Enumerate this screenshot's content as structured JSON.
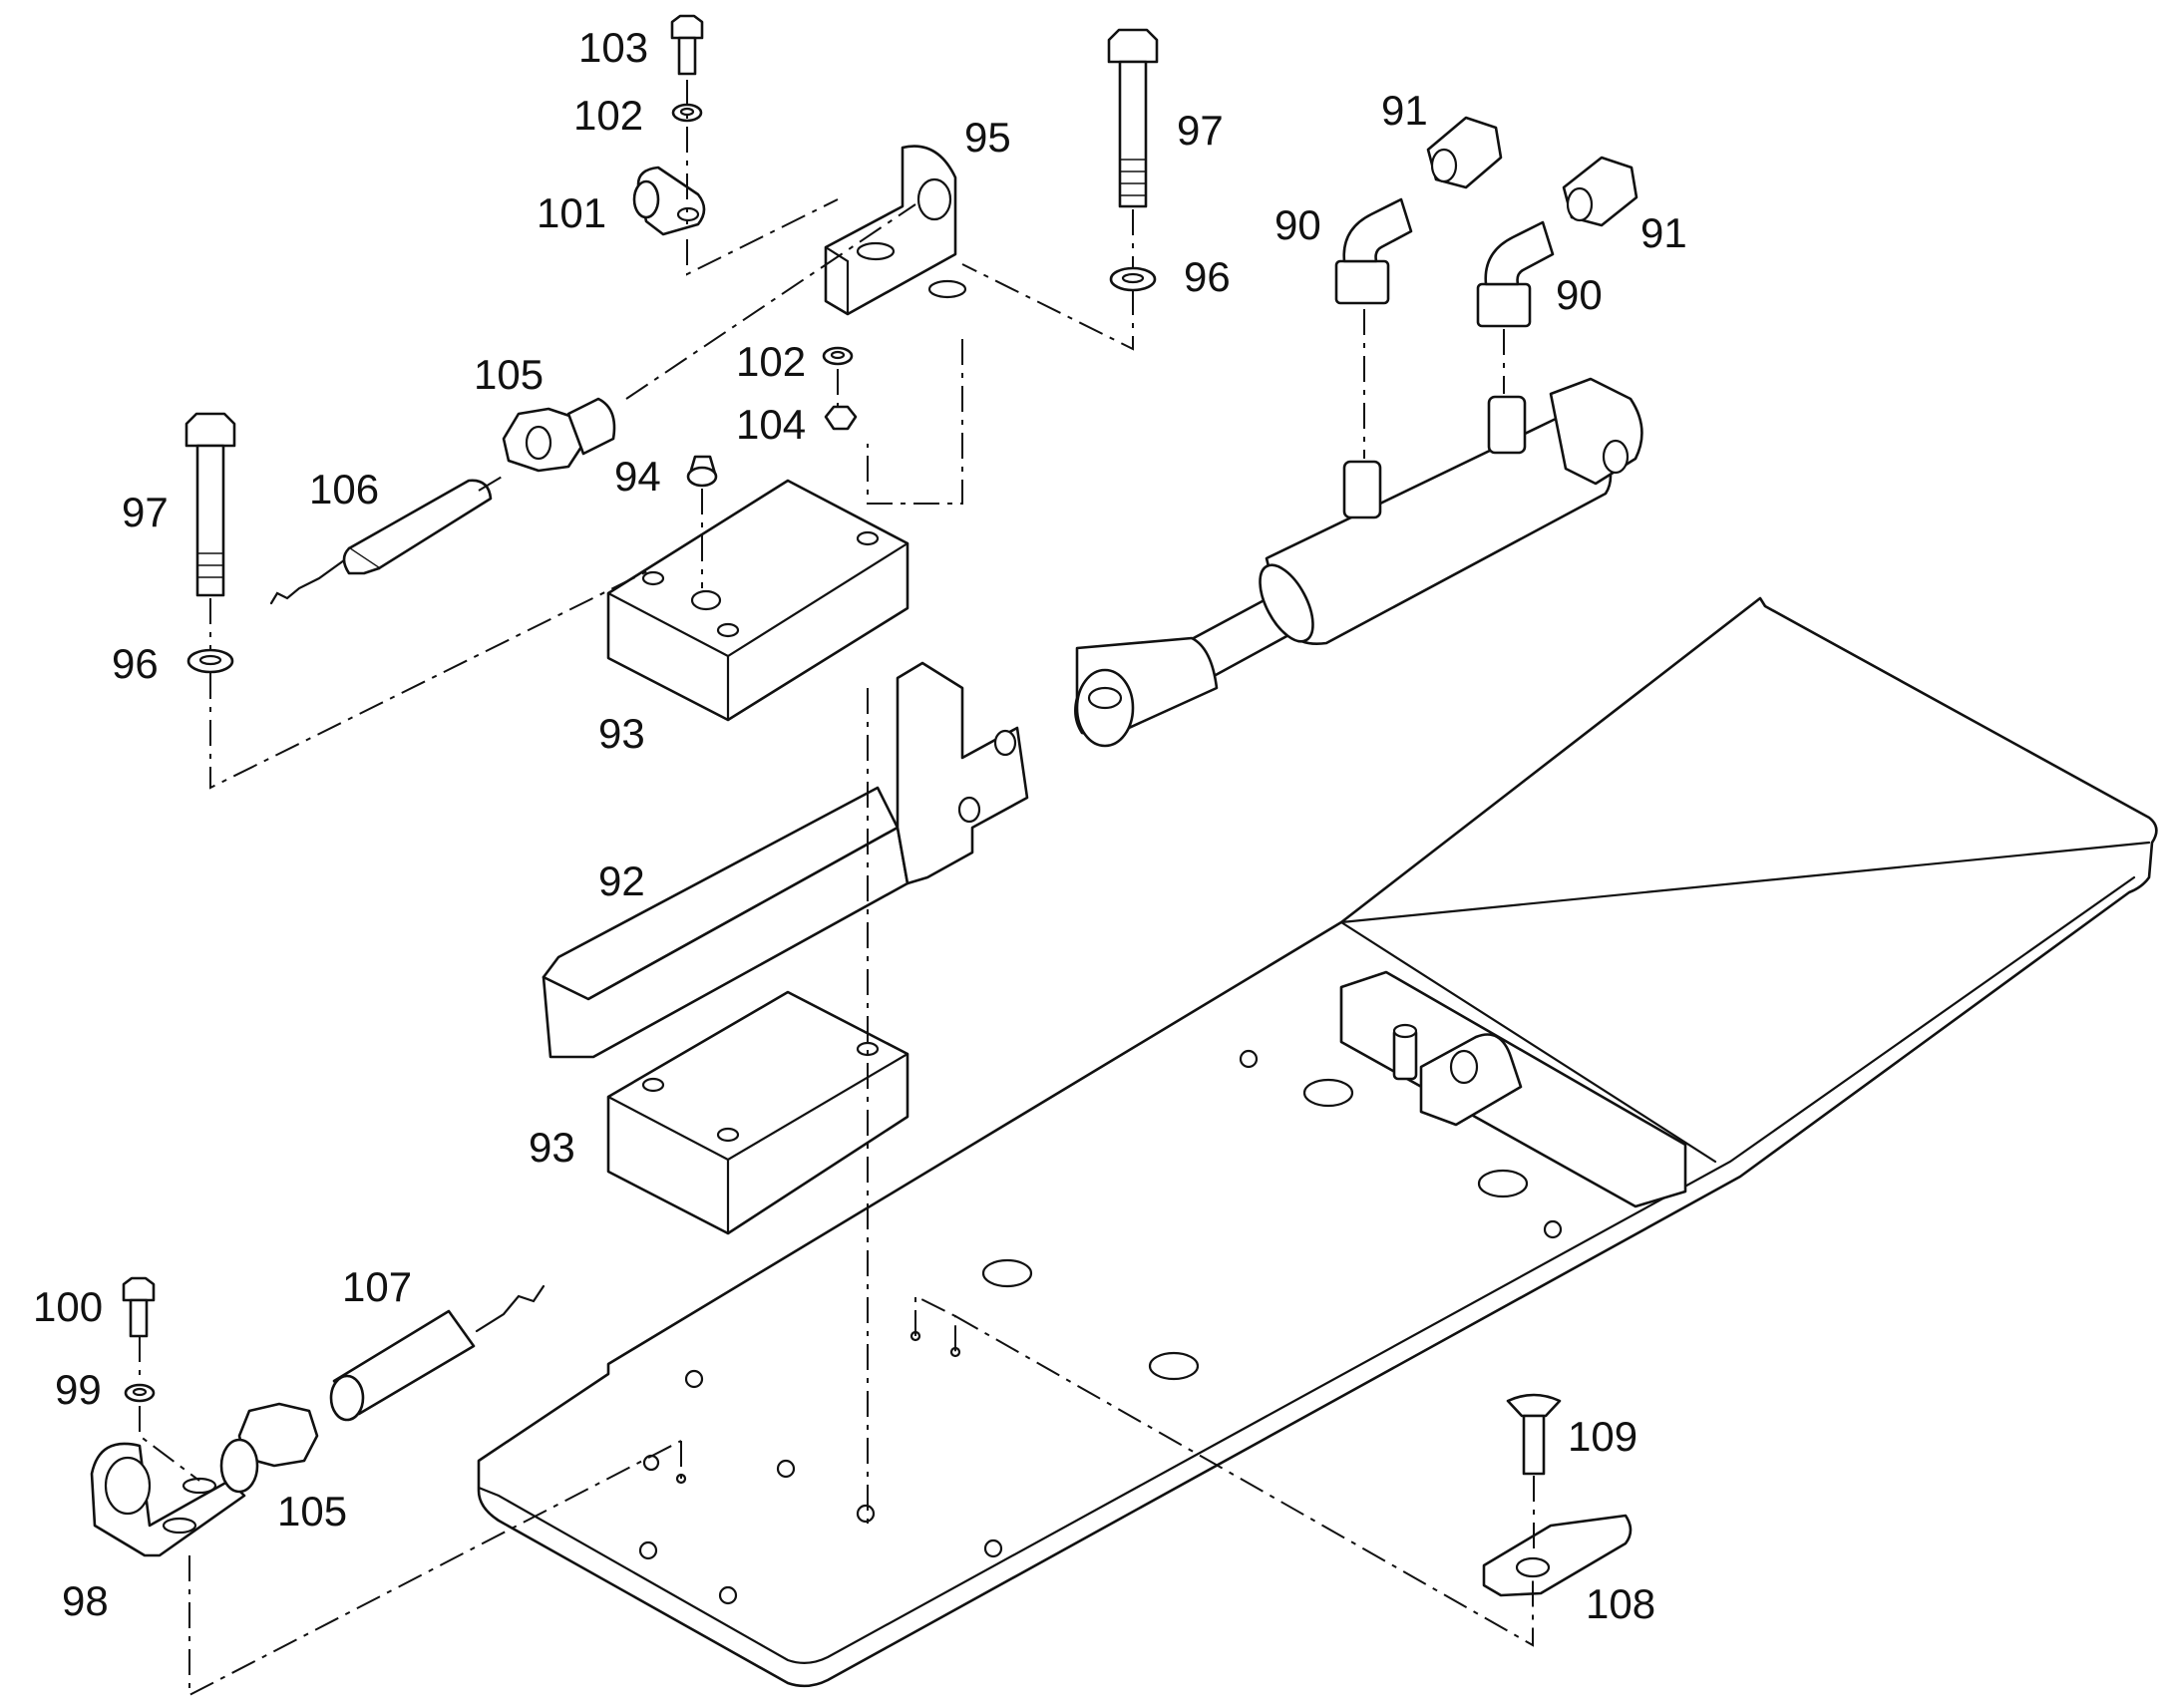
{
  "diagram": {
    "callouts": {
      "c90a": "90",
      "c90b": "90",
      "c91a": "91",
      "c91b": "91",
      "c92": "92",
      "c93a": "93",
      "c93b": "93",
      "c94": "94",
      "c95": "95",
      "c96a": "96",
      "c96b": "96",
      "c97a": "97",
      "c97b": "97",
      "c98": "98",
      "c99": "99",
      "c100": "100",
      "c101": "101",
      "c102a": "102",
      "c102b": "102",
      "c103": "103",
      "c104": "104",
      "c105a": "105",
      "c105b": "105",
      "c106": "106",
      "c107": "107",
      "c108": "108",
      "c109": "109"
    }
  }
}
